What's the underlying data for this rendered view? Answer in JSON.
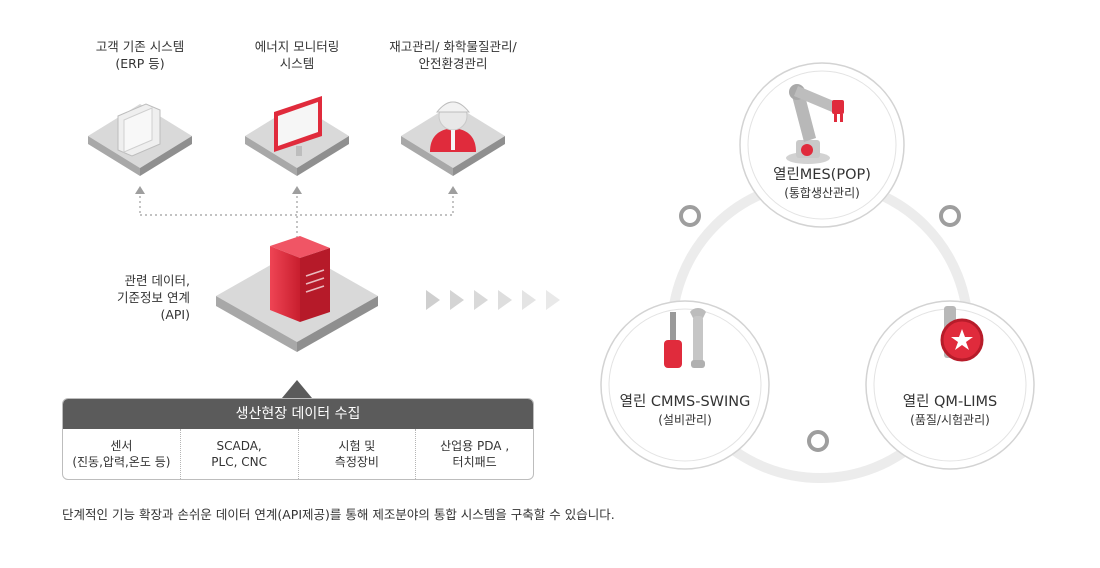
{
  "top_systems": [
    {
      "line1": "고객 기존 시스템",
      "line2": "(ERP 등)"
    },
    {
      "line1": "에너지 모니터링",
      "line2": "시스템"
    },
    {
      "line1": "재고관리/ 화학물질관리/",
      "line2": "안전환경관리"
    }
  ],
  "server_label": {
    "line1": "관련 데이터,",
    "line2": "기준정보 연계",
    "line3": "(API)"
  },
  "collect": {
    "title": "생산현장 데이터 수집",
    "cells": [
      {
        "line1": "센서",
        "line2": "(진동,압력,온도 등)"
      },
      {
        "line1": "SCADA,",
        "line2": "PLC, CNC"
      },
      {
        "line1": "시험 및",
        "line2": "측정장비"
      },
      {
        "line1": "산업용 PDA ,",
        "line2": "터치패드"
      }
    ]
  },
  "modules": {
    "mes": {
      "title": "열린MES(POP)",
      "sub": "(통합생산관리)"
    },
    "cmms": {
      "title": "열린 CMMS-SWING",
      "sub": "(설비관리)"
    },
    "lims": {
      "title": "열린 QM-LIMS",
      "sub": "(품질/시험관리)"
    }
  },
  "footnote": "단계적인 기능 확장과 손쉬운 데이터 연계(API제공)를 통해 제조분야의 통합 시스템을 구축할 수 있습니다.",
  "colors": {
    "accent": "#e02b3c",
    "dark": "#5b5b5b",
    "tile": "#d8d8d8",
    "ring": "#ececec"
  }
}
